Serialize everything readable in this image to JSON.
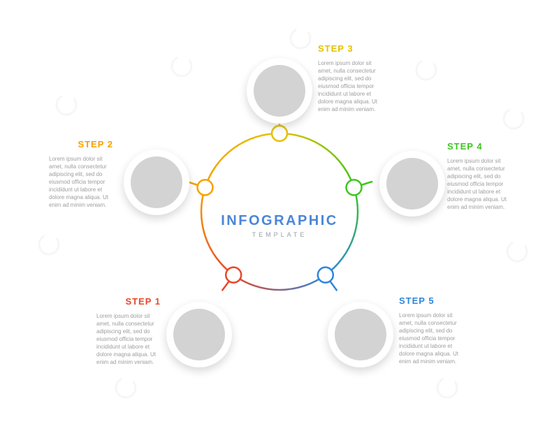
{
  "title": {
    "main": "INFOGRAPHIC",
    "sub": "TEMPLATE",
    "main_color": "#4a86d8",
    "sub_color": "#9aa0a6"
  },
  "body_text": "Lorem ipsum dolor sit amet, nulla consectetur adipiscing elit, sed do eiusmod officia tempor incididunt ut labore et dolore magna aliqua. Ut enim ad minim veniam.",
  "steps": [
    {
      "label": "STEP 1",
      "color": "#e8472b"
    },
    {
      "label": "STEP 2",
      "color": "#f5a100"
    },
    {
      "label": "STEP 3",
      "color": "#e5c100"
    },
    {
      "label": "STEP 4",
      "color": "#3ec61e"
    },
    {
      "label": "STEP 5",
      "color": "#2e86de"
    }
  ]
}
